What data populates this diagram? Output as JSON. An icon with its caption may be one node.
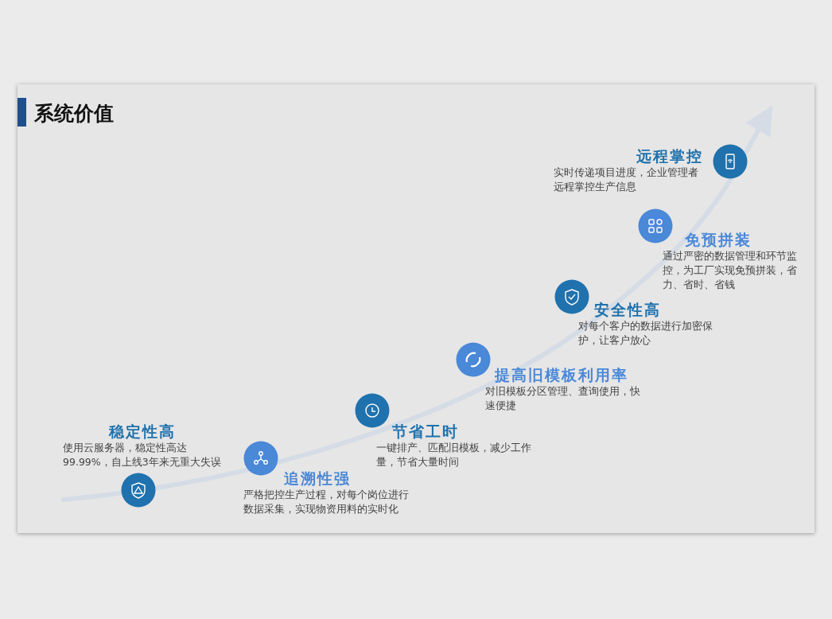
{
  "diagram": {
    "title": "系统价值",
    "nodes": [
      {
        "text": [
          "稳定性高",
          "使用云服务器，稳定性高达99.99%，自上线3年来无重大失误"
        ]
      },
      {
        "text": [
          "追溯性强",
          "严格把控生产过程，对每个岗位进行数据采集，实现物资用料的实时化"
        ]
      },
      {
        "text": [
          "节省工时",
          "一键排产、匹配旧模板，减少工作量，节省大量时间"
        ]
      },
      {
        "text": [
          "提高旧模板利用率",
          "对旧模板分区管理、查询使用，快速便捷"
        ]
      },
      {
        "text": [
          "安全性高",
          "对每个客户的数据进行加密保护，让客户放心"
        ]
      },
      {
        "text": [
          "免预拼装",
          "通过严密的数据管理和环节监控，为工厂实现免预拼装，省力、省时、省钱"
        ]
      },
      {
        "text": [
          "远程掌控",
          "实时传递项目进度，企业管理者远程掌控生产信息"
        ]
      }
    ]
  }
}
